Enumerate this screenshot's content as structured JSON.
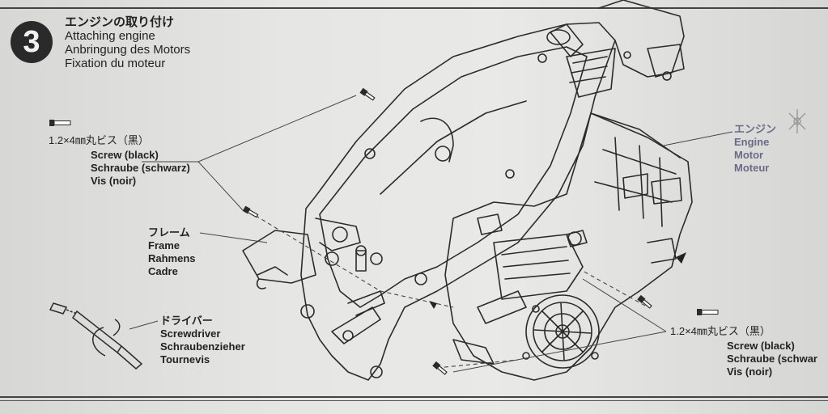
{
  "step": {
    "number": "3",
    "title_jp": "エンジンの取り付け",
    "title_en": "Attaching engine",
    "title_de": "Anbringung des Motors",
    "title_fr": "Fixation du moteur"
  },
  "screw_left": {
    "spec": "1.2×4㎜丸ビス（黒）",
    "en": "Screw (black)",
    "de": "Schraube (schwarz)",
    "fr": "Vis (noir)"
  },
  "frame": {
    "jp": "フレーム",
    "en": "Frame",
    "de": "Rahmens",
    "fr": "Cadre"
  },
  "screwdriver": {
    "jp": "ドライバー",
    "en": "Screwdriver",
    "de": "Schraubenzieher",
    "fr": "Tournevis"
  },
  "engine": {
    "jp": "エンジン",
    "en": "Engine",
    "de": "Motor",
    "fr": "Moteur"
  },
  "screw_right": {
    "spec": "1.2×4㎜丸ビス（黒）",
    "en": "Screw (black)",
    "de": "Schraube (schwar",
    "fr": "Vis (noir)"
  }
}
